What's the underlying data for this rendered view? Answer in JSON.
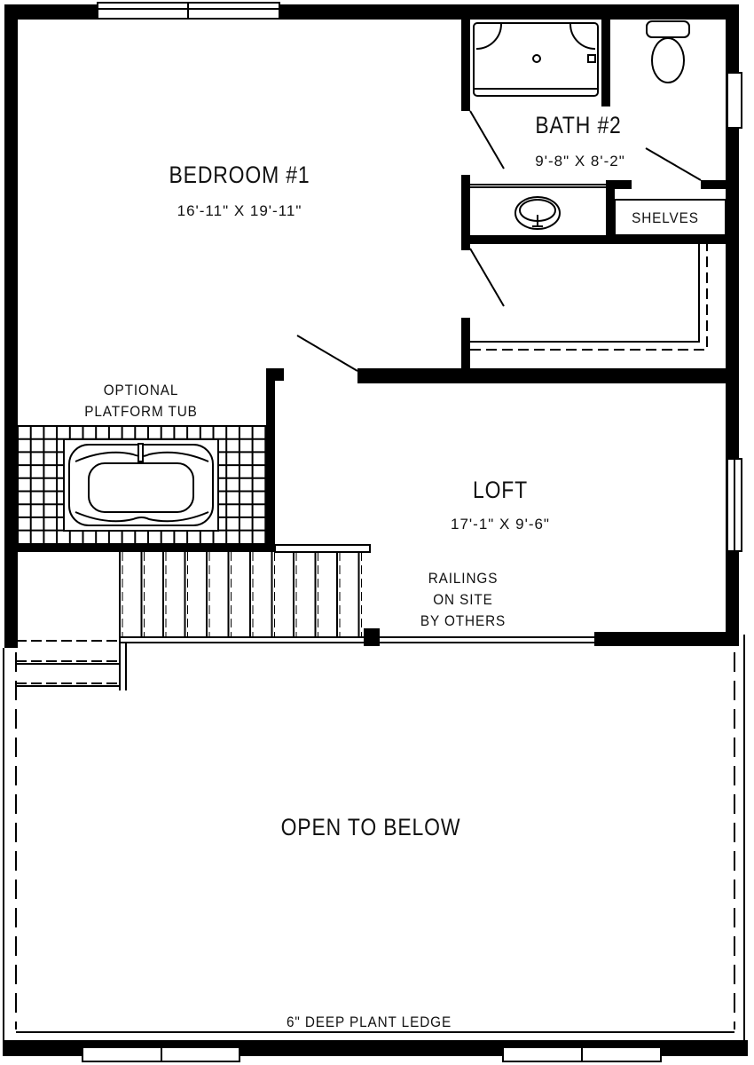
{
  "rooms": {
    "bedroom": {
      "name": "BEDROOM #1",
      "size": "16'-11\" X 19'-11\""
    },
    "bath": {
      "name": "BATH #2",
      "size": "9'-8\" X 8'-2\""
    },
    "loft": {
      "name": "LOFT",
      "size": "17'-1\" X 9'-6\""
    }
  },
  "notes": {
    "shelves": "SHELVES",
    "tub_line1": "OPTIONAL",
    "tub_line2": "PLATFORM TUB",
    "railing_line1": "RAILINGS",
    "railing_line2": "ON SITE",
    "railing_line3": "BY OTHERS",
    "open_below": "OPEN TO BELOW",
    "plant_ledge": "6\" DEEP PLANT LEDGE"
  }
}
